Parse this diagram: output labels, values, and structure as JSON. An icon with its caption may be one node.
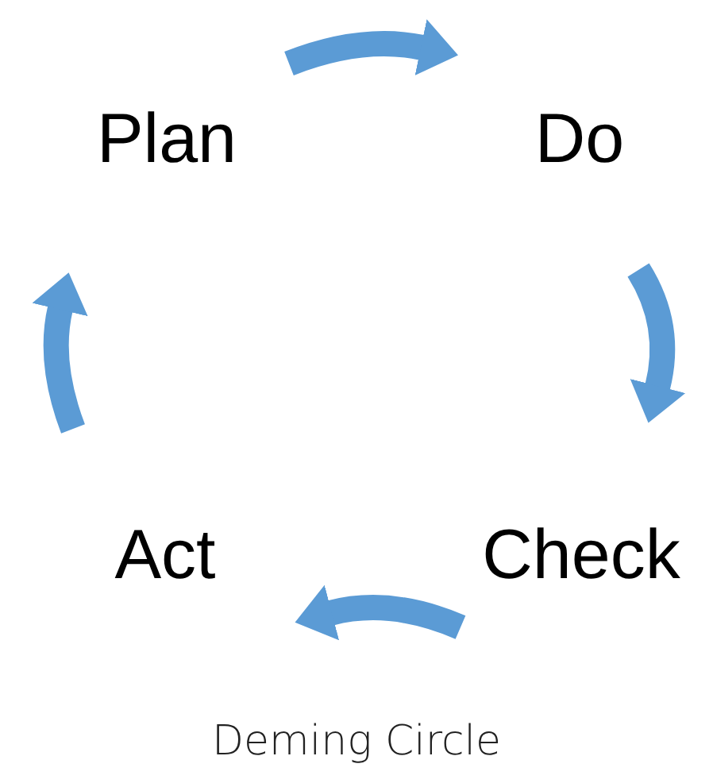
{
  "diagram": {
    "caption": "Deming Circle",
    "nodes": [
      {
        "text": [
          "Plan"
        ]
      },
      {
        "text": [
          "Do"
        ]
      },
      {
        "text": [
          "Check"
        ]
      },
      {
        "text": [
          "Act"
        ]
      }
    ],
    "edges": [
      {
        "from": 0,
        "to": 1,
        "arrow": "to"
      },
      {
        "from": 1,
        "to": 2,
        "arrow": "to"
      },
      {
        "from": 2,
        "to": 3,
        "arrow": "to"
      },
      {
        "from": 3,
        "to": 0,
        "arrow": "to"
      }
    ]
  }
}
